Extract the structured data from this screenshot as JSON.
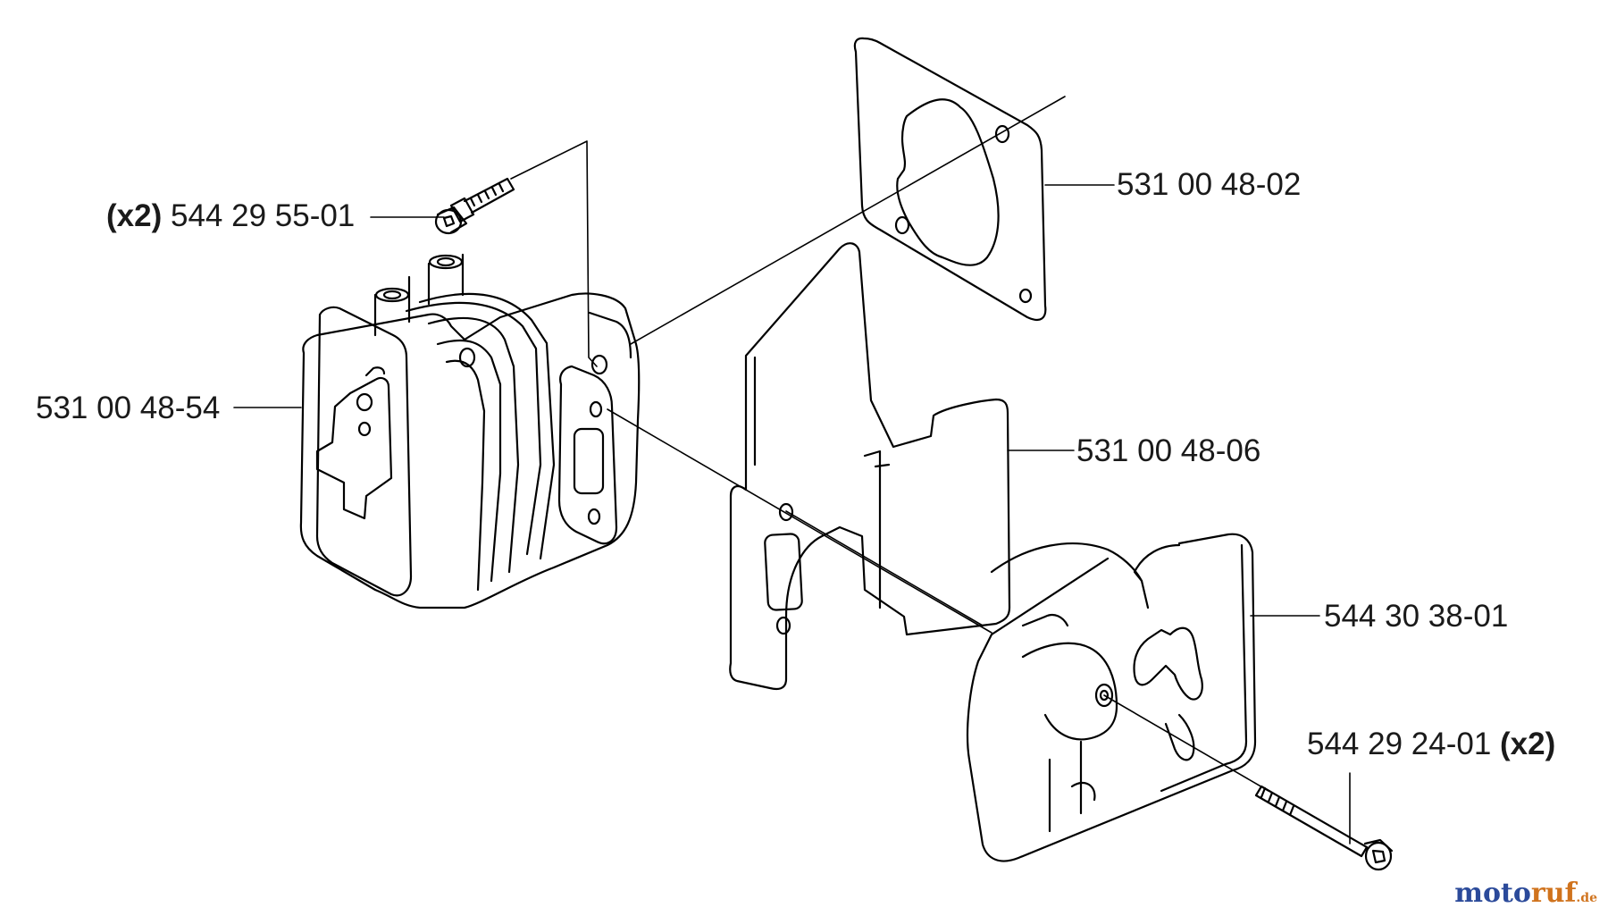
{
  "labels": {
    "screw_top": {
      "qty": "(x2)",
      "part": "544 29 55-01"
    },
    "gasket_top": {
      "part": "531 00 48-02"
    },
    "cylinder": {
      "part": "531 00 48-54"
    },
    "heat_shield": {
      "part": "531 00 48-06"
    },
    "muffler": {
      "part": "544 30 38-01"
    },
    "bolt_bottom": {
      "part": "544 29 24-01",
      "qty": "(x2)"
    }
  },
  "watermark": {
    "part1": "moto",
    "part2": "ruf",
    "suffix": ".de"
  }
}
